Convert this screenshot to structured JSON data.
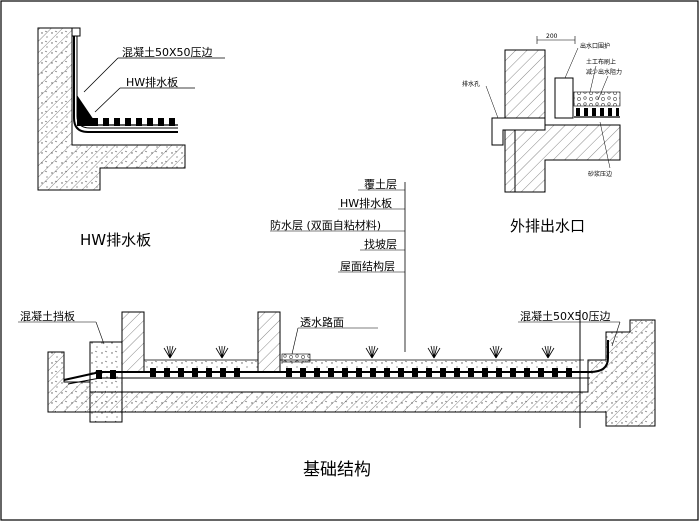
{
  "colors": {
    "line": "#000000",
    "hatch": "#6b6b6b",
    "background": "#ffffff"
  },
  "top_left_detail": {
    "title": "HW排水板",
    "labels": {
      "concrete_edge": "混凝土50X50压边",
      "hw_board": "HW排水板"
    }
  },
  "top_right_detail": {
    "title": "外排出水口",
    "labels": {
      "dimension": "200",
      "outlet_guard": "出水口围护",
      "geotextile": "土工布刷上",
      "reduce_pressure": "减少出水阻力",
      "drain_hole": "排水孔",
      "gravel": "砂浆压边"
    }
  },
  "center_legend": {
    "layers": [
      "覆土层",
      "HW排水板",
      "防水层 (双面自粘材料)",
      "找坡层",
      "屋面结构层"
    ]
  },
  "main_section": {
    "title": "基础结构",
    "labels": {
      "retaining_board": "混凝土挡板",
      "permeable_pavement": "透水路面",
      "concrete_edge": "混凝土50X50压边"
    }
  }
}
